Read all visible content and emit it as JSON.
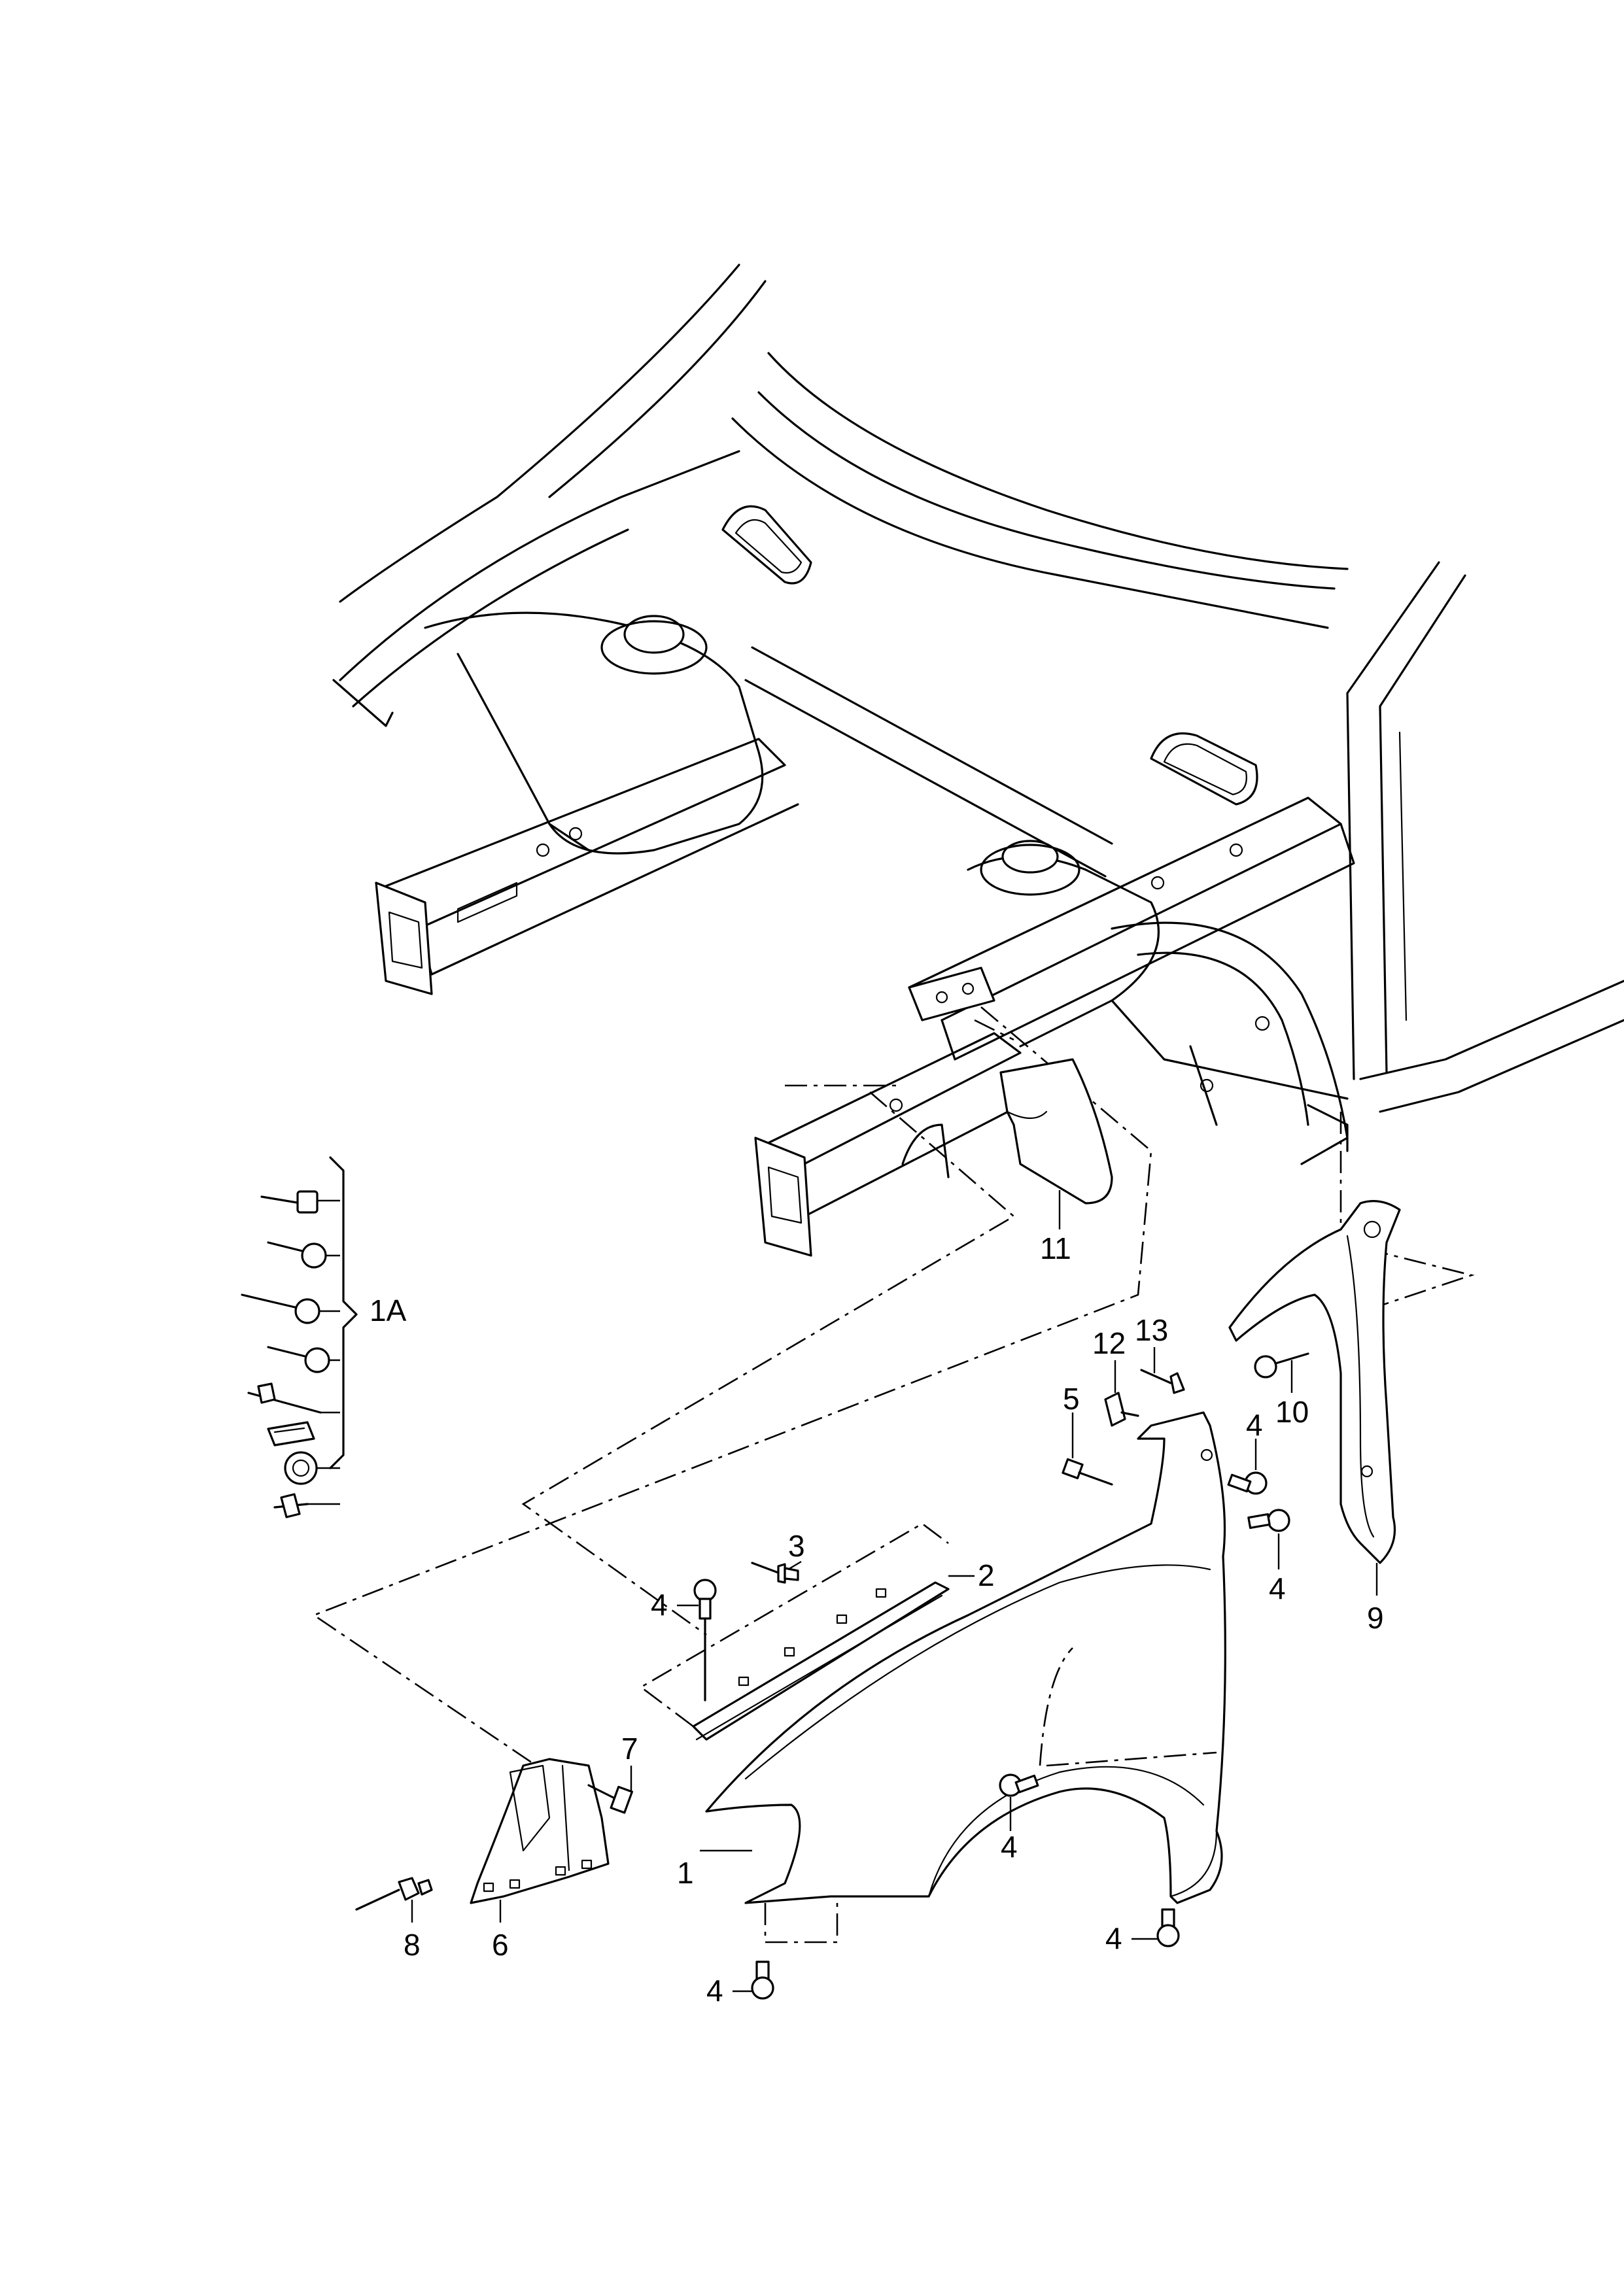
{
  "callouts": {
    "c1": "1",
    "c1A": "1A",
    "c2": "2",
    "c3": "3",
    "c4a": "4",
    "c4b": "4",
    "c4c": "4",
    "c4d": "4",
    "c4e": "4",
    "c4f": "4",
    "c5": "5",
    "c6": "6",
    "c7": "7",
    "c8": "8",
    "c9": "9",
    "c10": "10",
    "c11": "11",
    "c12": "12",
    "c13": "13"
  }
}
